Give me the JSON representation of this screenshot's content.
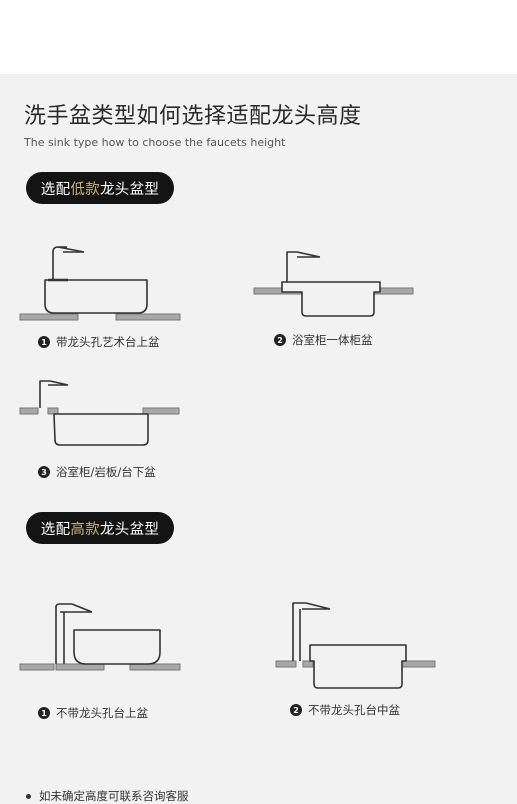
{
  "header": {
    "title": "洗手盆类型如何选择适配龙头高度",
    "subtitle": "The sink type how to choose the faucets height"
  },
  "sections": {
    "low": {
      "pre": "选配",
      "highlight": "低款",
      "post": "龙头盆型"
    },
    "high": {
      "pre": "选配",
      "highlight": "高款",
      "post": "龙头盆型"
    }
  },
  "low_items": [
    {
      "num": "1",
      "label": "带龙头孔艺术台上盆"
    },
    {
      "num": "2",
      "label": "浴室柜一体柜盆"
    },
    {
      "num": "3",
      "label": "浴室柜/岩板/台下盆"
    }
  ],
  "high_items": [
    {
      "num": "1",
      "label": "不带龙头孔台上盆"
    },
    {
      "num": "2",
      "label": "不带龙头孔台中盆"
    }
  ],
  "footer": {
    "note": "如未确定高度可联系咨询客服"
  },
  "colors": {
    "pill_bg": "#141414",
    "highlight": "#c9b27a",
    "counter": "#a8a8a8",
    "line": "#333333"
  }
}
